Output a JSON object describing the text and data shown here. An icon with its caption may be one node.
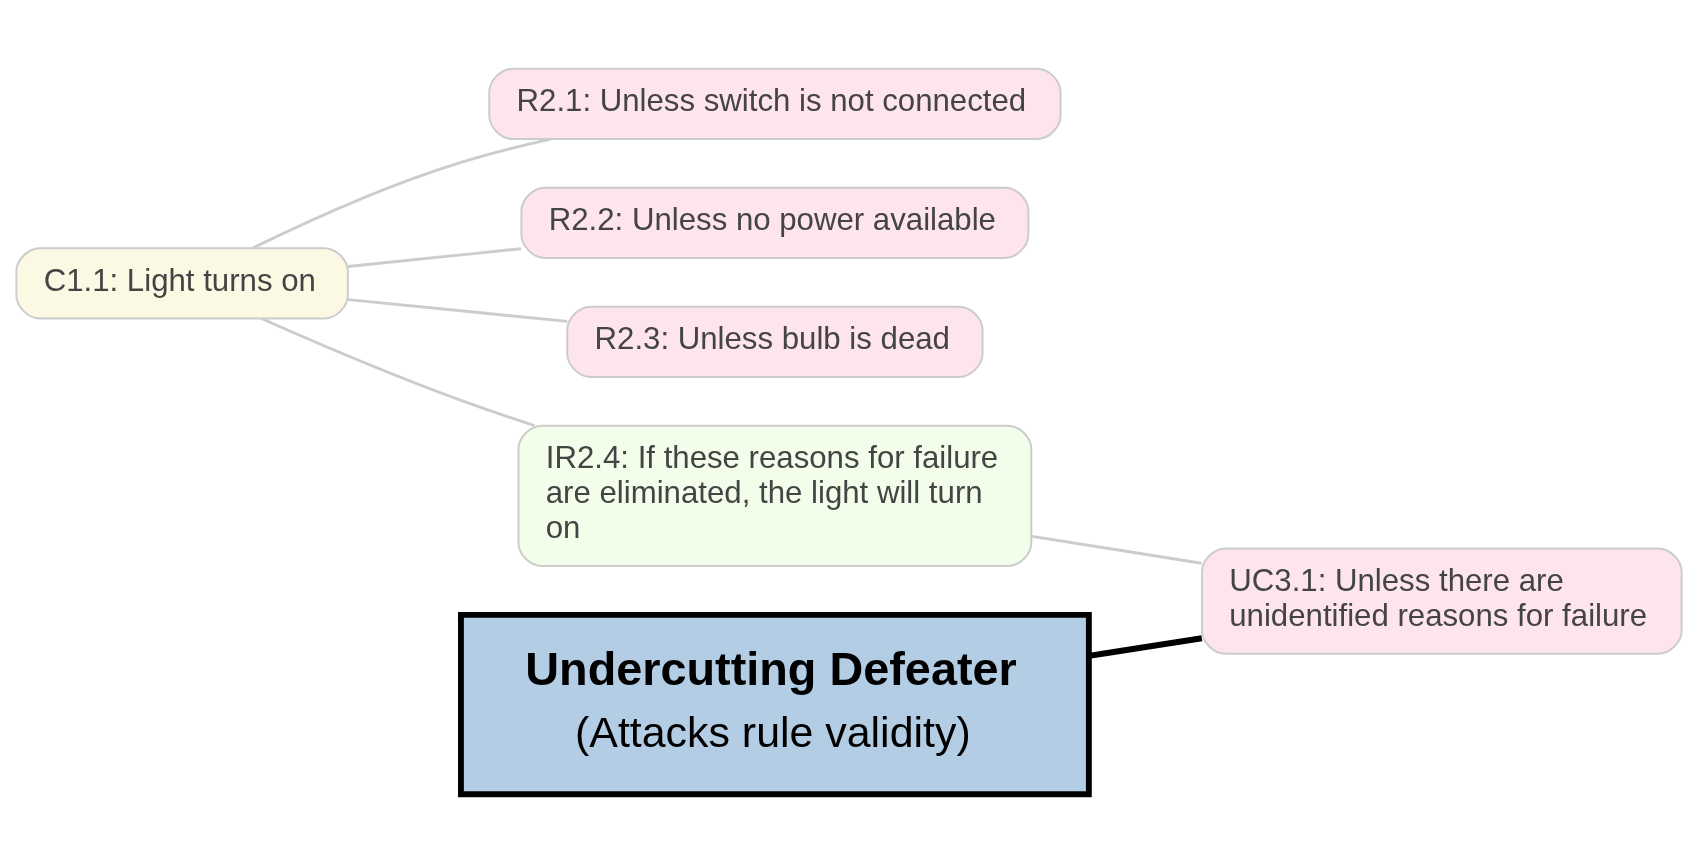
{
  "diagram": {
    "nodes": [
      {
        "text": [
          "C1.1: Light turns on"
        ]
      },
      {
        "text": [
          "R2.1: Unless switch is not connected"
        ]
      },
      {
        "text": [
          "R2.2: Unless no power available"
        ]
      },
      {
        "text": [
          "R2.3: Unless bulb is dead"
        ]
      },
      {
        "text": [
          "IR2.4: If these reasons for failure are eliminated, the light will turn on"
        ]
      },
      {
        "text": [
          "UC3.1: Unless there are unidentified reasons for failure"
        ]
      },
      {
        "text": [
          "Undercutting Defeater",
          "(Attacks rule validity)"
        ]
      }
    ],
    "edges": [
      {
        "from": 0,
        "to": 1,
        "arrow": "none"
      },
      {
        "from": 0,
        "to": 2,
        "arrow": "none"
      },
      {
        "from": 0,
        "to": 3,
        "arrow": "none"
      },
      {
        "from": 0,
        "to": 4,
        "arrow": "none"
      },
      {
        "from": 4,
        "to": 5,
        "arrow": "none"
      },
      {
        "from": 6,
        "to": 5,
        "arrow": "none",
        "style": "thick",
        "color": "#000000"
      }
    ]
  }
}
